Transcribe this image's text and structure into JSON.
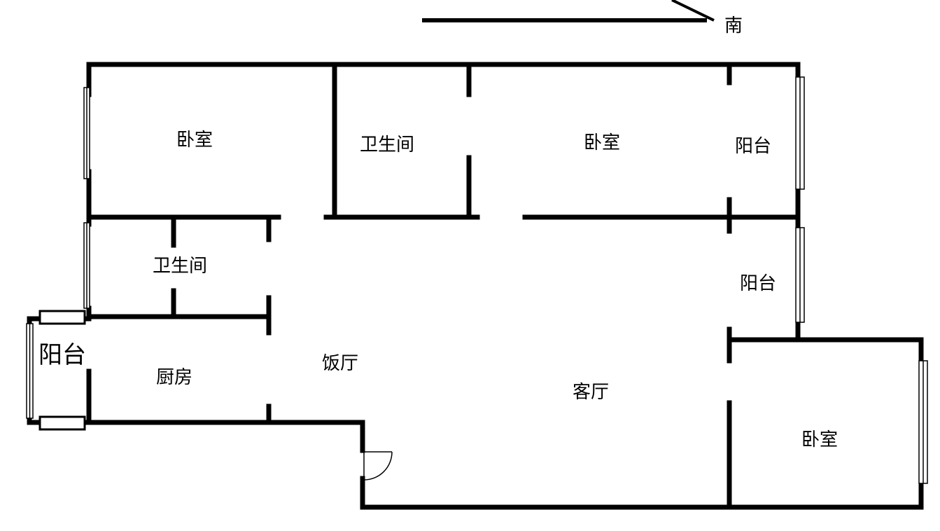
{
  "compass": {
    "label": "南"
  },
  "rooms": {
    "bedroom_nw": "卧室",
    "bathroom_north": "卫生间",
    "bedroom_north": "卧室",
    "balcony_ne": "阳台",
    "bathroom_west": "卫生间",
    "balcony_east": "阳台",
    "balcony_west": "阳台",
    "kitchen": "厨房",
    "dining": "饭厅",
    "living": "客厅",
    "bedroom_se": "卧室"
  },
  "colors": {
    "wall": "#000000",
    "background": "#ffffff",
    "window": "#000000"
  }
}
